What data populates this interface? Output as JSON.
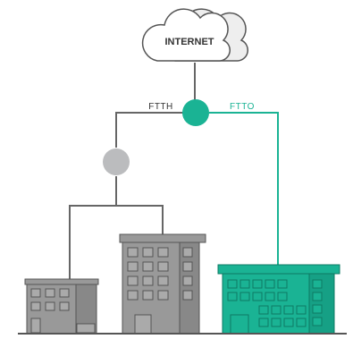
{
  "cloud": {
    "label": "INTERNET"
  },
  "branches": [
    {
      "id": "ftth",
      "label": "FTTH",
      "color": "#5c5c5c"
    },
    {
      "id": "ftto",
      "label": "FTTO",
      "color": "#1ab394"
    }
  ],
  "colors": {
    "gray_line": "#666666",
    "teal": "#1ab394",
    "teal_light": "#1ab394",
    "teal_dark": "#0e8a70",
    "gray_node": "#bbbcbe",
    "building_gray": "#999999",
    "building_gray_dark": "#7f7f7f",
    "outline": "#555555",
    "ground": "#555555"
  }
}
